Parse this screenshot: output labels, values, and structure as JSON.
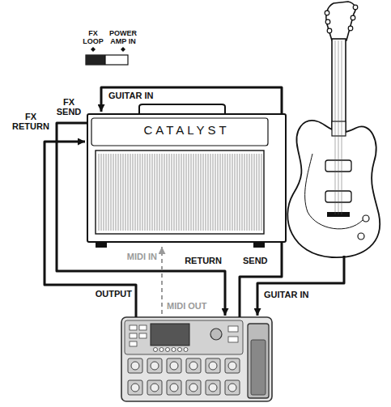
{
  "diagram": {
    "nodes": [
      {
        "text": [
          "CATALYST"
        ]
      }
    ],
    "labels": [
      "FX LOOP",
      "POWER AMP IN",
      "GUITAR IN",
      "FX SEND",
      "FX RETURN",
      "MIDI IN",
      "RETURN",
      "SEND",
      "OUTPUT",
      "MIDI OUT",
      "GUITAR IN"
    ]
  }
}
